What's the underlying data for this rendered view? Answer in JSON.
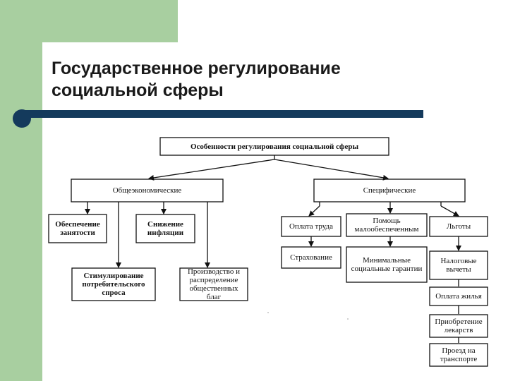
{
  "slide": {
    "title_line1": "Государственное регулирование",
    "title_line2": "социальной сферы"
  },
  "diagram": {
    "root": "Особенности регулирования социальной сферы",
    "general": {
      "label": "Общеэкономические",
      "items": {
        "employment": "Обеспечение занятости",
        "inflation": "Снижение инфляции",
        "demand": "Стимулирование потребительского спроса",
        "production": "Производство и распределение общественных благ"
      }
    },
    "specific": {
      "label": "Специфические",
      "items": {
        "labor_pay": "Оплата труда",
        "insurance": "Страхование",
        "poor_help": "Помощь малообеспеченным",
        "min_guarantees": "Минимальные социальные гарантии",
        "benefits": "Льготы",
        "tax_deductions": "Налоговые вычеты",
        "housing": "Оплата жилья",
        "medicine": "Приобретение лекарств",
        "transport": "Проезд на транспорте"
      }
    }
  },
  "colors": {
    "green": "#a8cfa0",
    "navy": "#143a5c",
    "line": "#111111"
  }
}
